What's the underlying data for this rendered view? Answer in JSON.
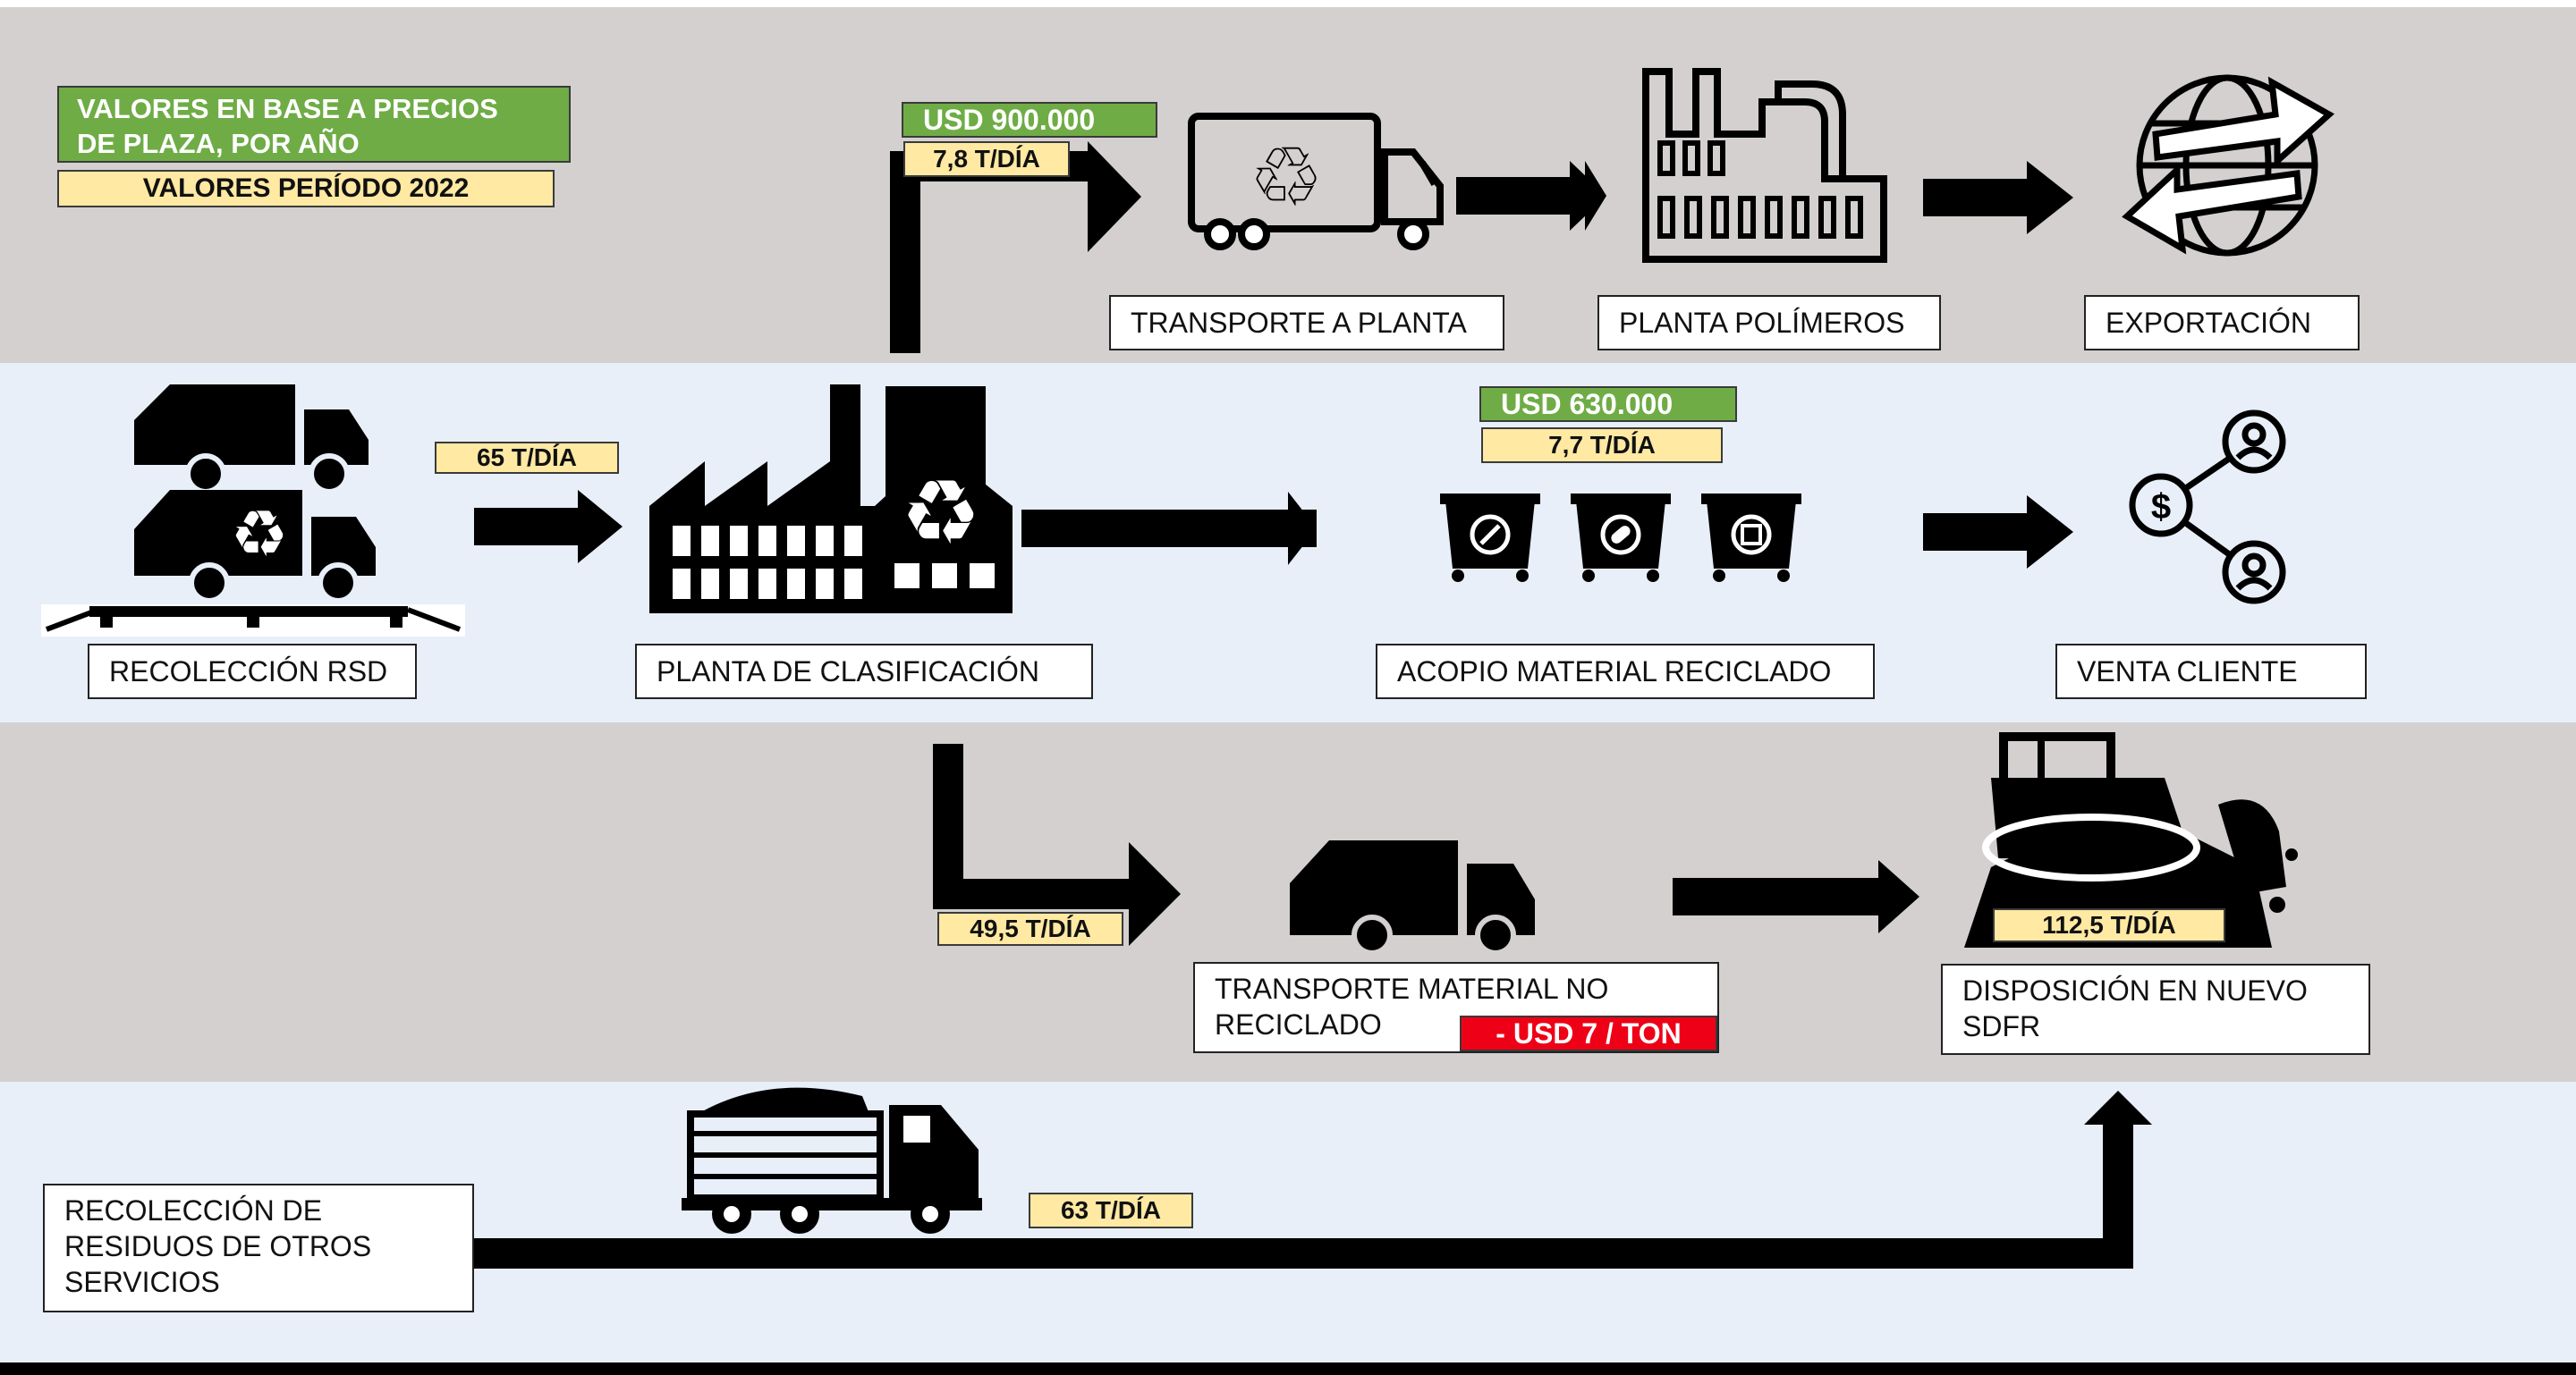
{
  "legend": {
    "price_basis": "VALORES EN BASE A PRECIOS\nDE PLAZA, POR AÑO",
    "period": "VALORES PERÍODO 2022"
  },
  "nodes": {
    "recoleccion_rsd": "RECOLECCIÓN RSD",
    "planta_clasificacion": "PLANTA DE CLASIFICACIÓN",
    "acopio": "ACOPIO MATERIAL RECICLADO",
    "venta_cliente": "VENTA CLIENTE",
    "transporte_planta": "TRANSPORTE A PLANTA",
    "planta_polimeros": "PLANTA POLÍMEROS",
    "exportacion": "EXPORTACIÓN",
    "transporte_no_reciclado": "TRANSPORTE MATERIAL NO\nRECICLADO",
    "disposicion": "DISPOSICIÓN EN NUEVO\nSDFR",
    "otros_servicios": "RECOLECCIÓN DE\nRESIDUOS DE OTROS\nSERVICIOS"
  },
  "flows": {
    "rsd_input": "65 T/DÍA",
    "polimeros_value": "USD 900.000",
    "polimeros_rate": "7,8 T/DÍA",
    "acopio_value": "USD 630.000",
    "acopio_rate": "7,7 T/DÍA",
    "no_reciclado_rate": "49,5 T/DÍA",
    "transport_cost": "- USD 7 / TON",
    "disposicion_rate": "112,5 T/DÍA",
    "otros_rate": "63 T/DÍA"
  },
  "colors": {
    "band_gray": "#d3d0cf",
    "band_blue": "#e8eff9",
    "value_green": "#6fac46",
    "rate_yellow": "#ffe9a3",
    "cost_red": "#ee0016"
  },
  "icons": [
    "garbage-truck-icon",
    "scale-icon",
    "factory-recycle-icon",
    "recycle-truck-icon",
    "polymer-plant-icon",
    "export-globe-icon",
    "recycling-bins-icon",
    "customer-network-icon",
    "bulldozer-landfill-icon",
    "dump-truck-icon"
  ]
}
